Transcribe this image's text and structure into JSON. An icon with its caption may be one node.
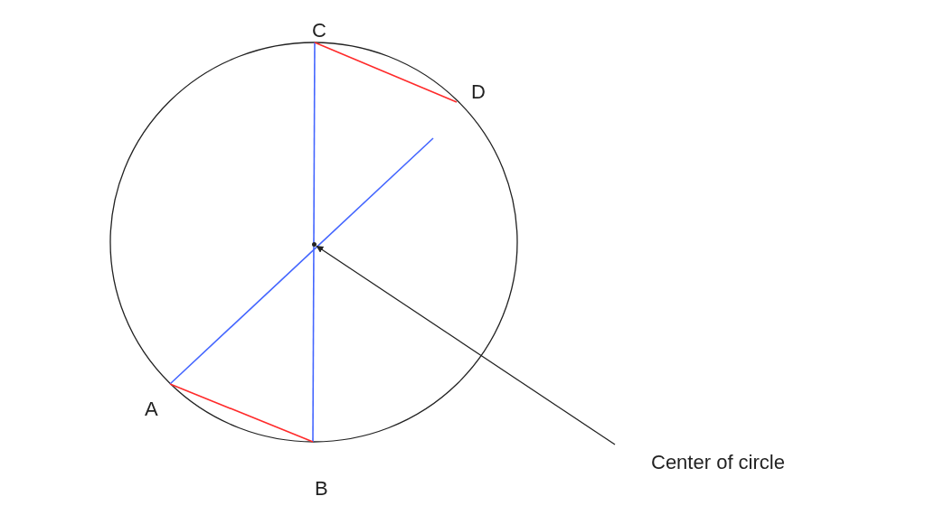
{
  "diagram": {
    "nodes": [
      {
        "text": [
          "Center of circle"
        ]
      },
      {
        "text": [],
        "shape": "point"
      }
    ],
    "edges": [
      {
        "from": 0,
        "to": 1,
        "arrow": "to"
      }
    ],
    "labels": [
      "C",
      "D",
      "A",
      "B"
    ]
  }
}
